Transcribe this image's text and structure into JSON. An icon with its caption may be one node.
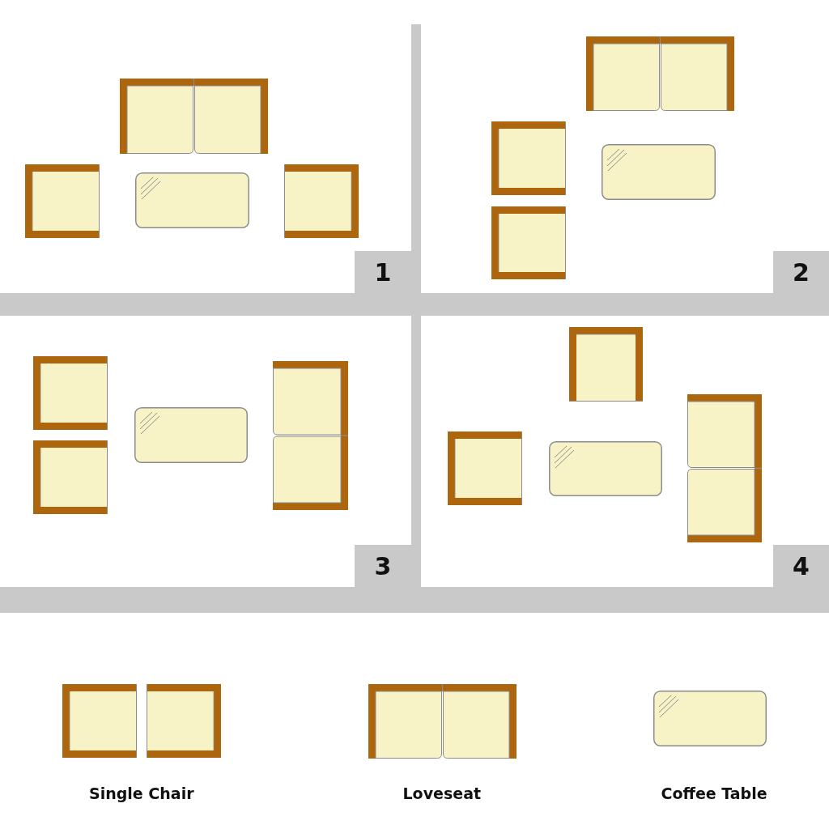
{
  "diagram": {
    "labels": [
      "1",
      "2",
      "3",
      "4"
    ],
    "legend": [
      {
        "text": "Single Chair"
      },
      {
        "text": "Loveseat"
      },
      {
        "text": "Coffee Table"
      }
    ]
  }
}
